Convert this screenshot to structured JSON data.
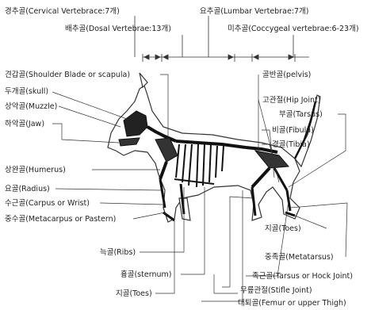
{
  "labels": {
    "cervical": "경추골(Cervical Vertebrace:7개)",
    "lumbar": "요추골(Lumbar Vertebrae:7개)",
    "dosal": "배추골(Dosal Vertebrae:13개)",
    "coccygeal": "미추골(Coccygeal vertebrae:6-23개)",
    "shoulder_blade": "견갑골(Shoulder Blade or scapula)",
    "skull": "두개골(skull)",
    "muzzle": "상악골(Muzzle)",
    "jaw": "하악골(Jaw)",
    "humerus": "상완골(Humerus)",
    "radius": "요골(Radius)",
    "carpus": "수근골(Carpus or Wrist)",
    "metacarpus": "중수골(Metacarpus or Pastern)",
    "ribs": "늑골(Ribs)",
    "sternum": "흉골(sternum)",
    "toes_front": "지골(Toes)",
    "pelvis": "골반골(pelvis)",
    "hip_joint": "고관절(Hip Joint)",
    "tarsus": "부골(Tarsus)",
    "fibula": "비골(Fibula)",
    "tibia": "경골(Tibia)",
    "toes_rear": "지골(Toes)",
    "metatarsus": "중족골(Metatarsus)",
    "hock": "족근골(Tarsus or Hock Joint)",
    "stifle": "무릎관절(Stifle Joint)",
    "femur": "대퇴골(Femur or upper Thigh)"
  }
}
